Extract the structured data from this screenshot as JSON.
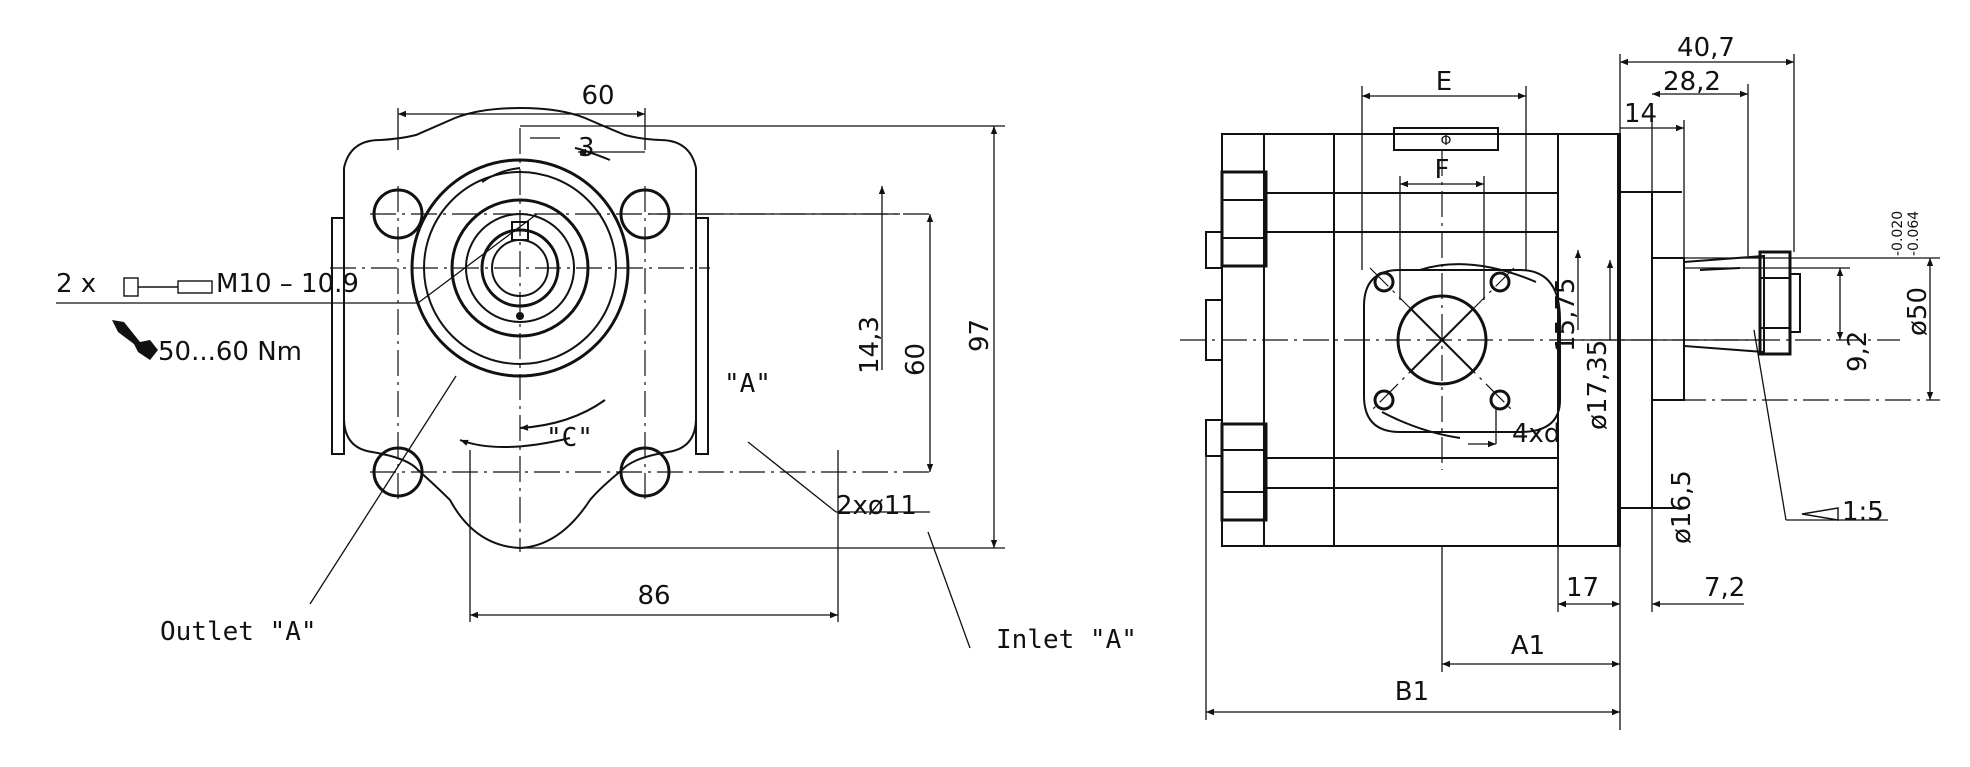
{
  "front_view": {
    "dim_60_top": "60",
    "dim_3": "3",
    "dim_14_3": "14,3",
    "dim_60_side": "60",
    "dim_97": "97",
    "dim_86": "86",
    "holes": "2xø11",
    "rotation_a": "\"A\"",
    "rotation_c": "\"C\"",
    "bolt_note": "2 x",
    "bolt_spec": "M10  –  10.9",
    "torque": "50...60 Nm",
    "outlet_label": "Outlet  \"A\"",
    "inlet_label": "Inlet  \"A\""
  },
  "side_view": {
    "dim_40_7": "40,7",
    "dim_28_2": "28,2",
    "dim_14": "14",
    "dim_e": "E",
    "dim_f": "F",
    "dim_15_75": "15,75",
    "dim_17_35": "ø17,35",
    "dim_4xd": "4xd",
    "dim_9_2": "9,2",
    "dim_50": "ø50",
    "tol_upper": "-0.020",
    "tol_lower": "-0.064",
    "dim_16_5": "ø16,5",
    "taper": "1:5",
    "dim_17": "17",
    "dim_7_2": "7,2",
    "dim_a1": "A1",
    "dim_b1": "B1",
    "symbol_phi": "Φ"
  }
}
